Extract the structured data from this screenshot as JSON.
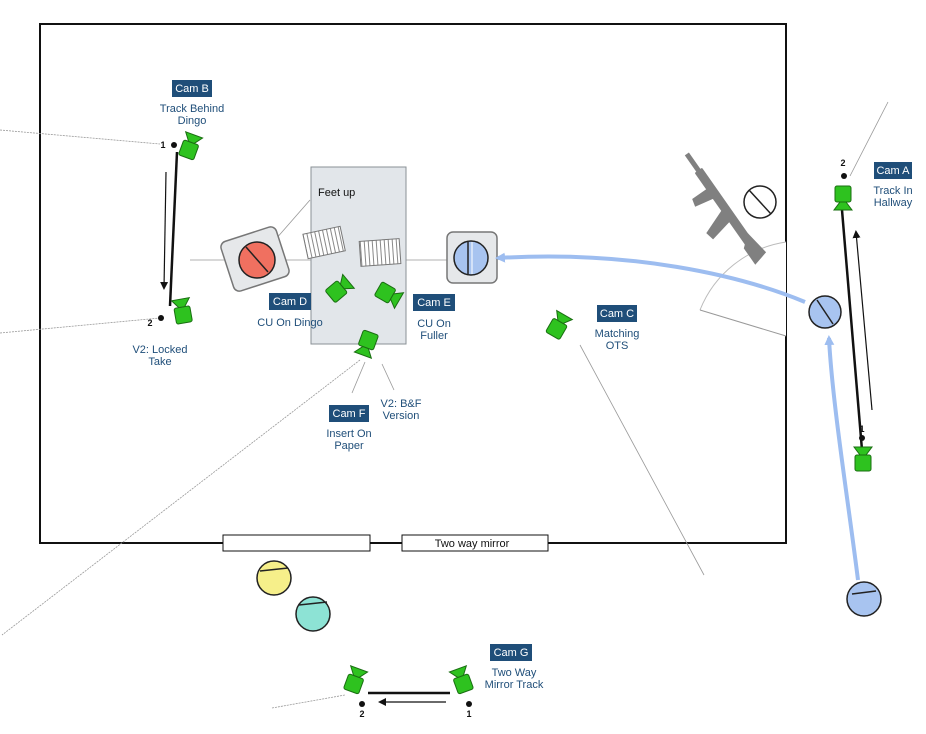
{
  "cameras": {
    "a": {
      "badge": "Cam A",
      "desc": [
        "Track In",
        "Hallway"
      ],
      "mark_start": "2",
      "mark_end": "1"
    },
    "b": {
      "badge": "Cam B",
      "desc": [
        "Track Behind",
        "Dingo"
      ],
      "mark_top": "1",
      "mark_bottom": "2",
      "alt": [
        "V2: Locked",
        "Take"
      ]
    },
    "c": {
      "badge": "Cam C",
      "desc": [
        "Matching",
        "OTS"
      ]
    },
    "d": {
      "badge": "Cam D",
      "desc": [
        "CU On Dingo"
      ]
    },
    "e": {
      "badge": "Cam E",
      "desc": [
        "CU On",
        "Fuller"
      ]
    },
    "f": {
      "badge": "Cam F",
      "desc": [
        "Insert On",
        "Paper"
      ],
      "alt": [
        "V2: B&F",
        "Version"
      ]
    },
    "g": {
      "badge": "Cam G",
      "desc": [
        "Two Way",
        "Mirror Track"
      ],
      "mark_left": "2",
      "mark_right": "1"
    }
  },
  "labels": {
    "feet_up": "Feet up",
    "mirror": "Two way mirror"
  },
  "colors": {
    "badge": "#1f4e79",
    "camera": "#2ec21f",
    "path_arrow": "#9dbdf0",
    "actor_red": "#f07060",
    "actor_blue": "#a8c4f0",
    "actor_yellow": "#f6ef8a",
    "actor_teal": "#8de3d5",
    "table": "#e2e6ea"
  },
  "icons": [
    "rifle-icon",
    "camera-icon",
    "paper-icon",
    "chair-icon",
    "actor-icon"
  ]
}
